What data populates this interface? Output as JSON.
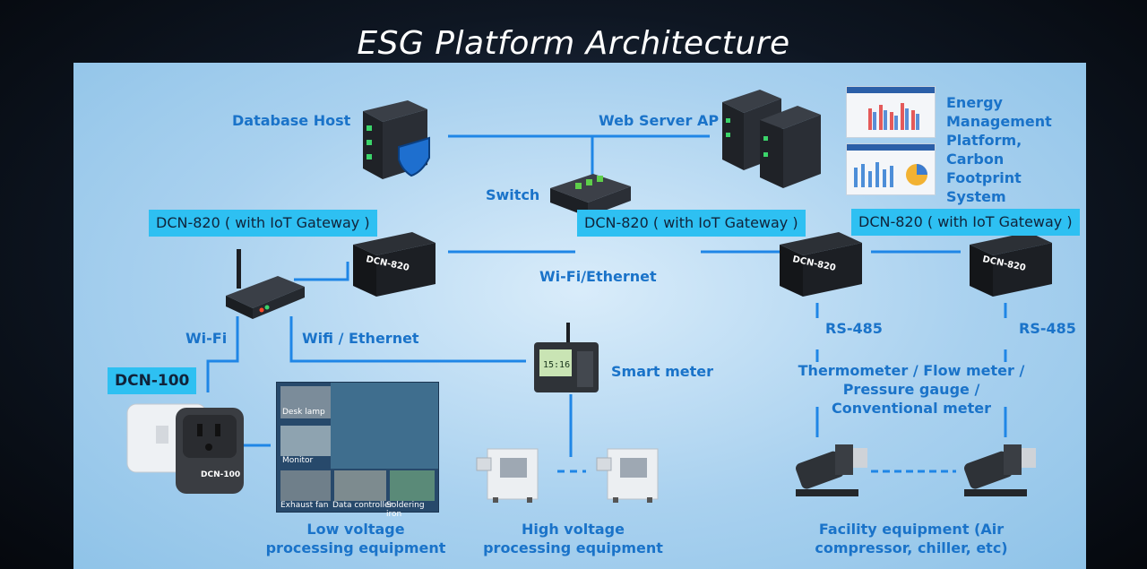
{
  "title": "ESG Platform Architecture",
  "labels": {
    "database_host": "Database Host",
    "web_server": "Web Server AP",
    "switch": "Switch",
    "wifi_ethernet_mid": "Wi-Fi/Ethernet",
    "wifi": "Wi-Fi",
    "wifi_ethernet_left": "Wifi / Ethernet",
    "smart_meter": "Smart meter",
    "rs485_left": "RS-485",
    "rs485_right": "RS-485",
    "sensors": "Thermometer / Flow meter / Pressure gauge / Conventional meter",
    "low_voltage": "Low voltage processing equipment",
    "high_voltage": "High voltage processing equipment",
    "facility": "Facility equipment (Air compressor, chiller, etc)",
    "platform": "Energy Management Platform, Carbon Footprint System"
  },
  "tags": {
    "dcn820_a": "DCN-820 ( with IoT Gateway )",
    "dcn820_b": "DCN-820 ( with IoT Gateway )",
    "dcn820_c": "DCN-820 ( with IoT Gateway )",
    "dcn100": "DCN-100"
  },
  "device_text": {
    "dcn820": "DCN-820",
    "dcn100": "DCN-100",
    "meter_reading": "15:16"
  },
  "photo_captions": {
    "desk_lamp": "Desk lamp",
    "monitor": "Monitor",
    "exhaust_fan": "Exhaust fan",
    "data_controller": "Data controller",
    "soldering_iron": "Soldering iron"
  },
  "colors": {
    "line": "#1f86e6",
    "label": "#1a73c9",
    "tag": "#2ec0f2",
    "device_dark": "#1c1f24"
  }
}
